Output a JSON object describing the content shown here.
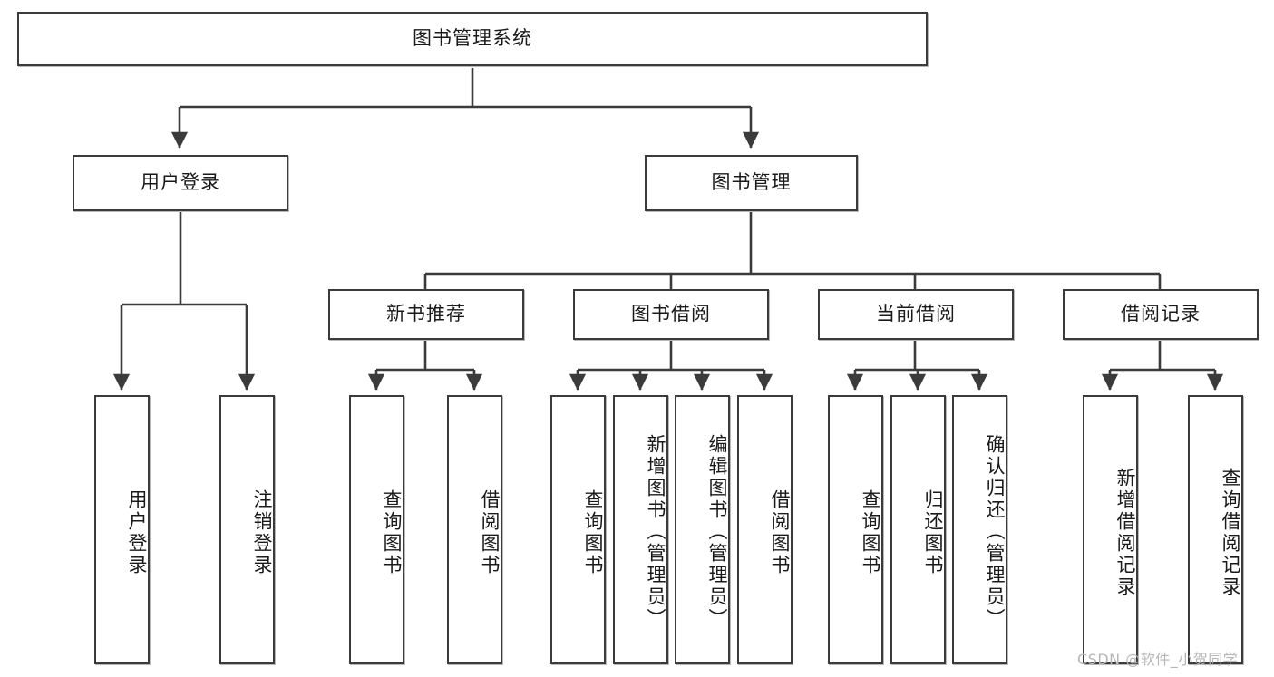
{
  "diagram": {
    "title": "图书管理系统",
    "root": {
      "label": "图书管理系统"
    },
    "level2": [
      {
        "label": "用户登录"
      },
      {
        "label": "图书管理"
      }
    ],
    "level3": [
      {
        "label": "新书推荐"
      },
      {
        "label": "图书借阅"
      },
      {
        "label": "当前借阅"
      },
      {
        "label": "借阅记录"
      }
    ],
    "leaves": {
      "user_login": [
        {
          "label": "用户登录"
        },
        {
          "label": "注销登录"
        }
      ],
      "new_book_recommend": [
        {
          "label": "查询图书"
        },
        {
          "label": "借阅图书"
        }
      ],
      "book_borrow": [
        {
          "label": "查询图书"
        },
        {
          "label": "新增图书（管理员）"
        },
        {
          "label": "编辑图书（管理员）"
        },
        {
          "label": "借阅图书"
        }
      ],
      "current_borrow": [
        {
          "label": "查询图书"
        },
        {
          "label": "归还图书"
        },
        {
          "label": "确认归还（管理员）"
        }
      ],
      "borrow_record": [
        {
          "label": "新增借阅记录"
        },
        {
          "label": "查询借阅记录"
        }
      ]
    }
  },
  "watermark": {
    "text": "CSDN @软件_小贺同学"
  },
  "colors": {
    "box_border": "#3b3b3b",
    "edge": "#3b3b3b",
    "background": "#ffffff",
    "watermark": "#b7b7b7"
  }
}
